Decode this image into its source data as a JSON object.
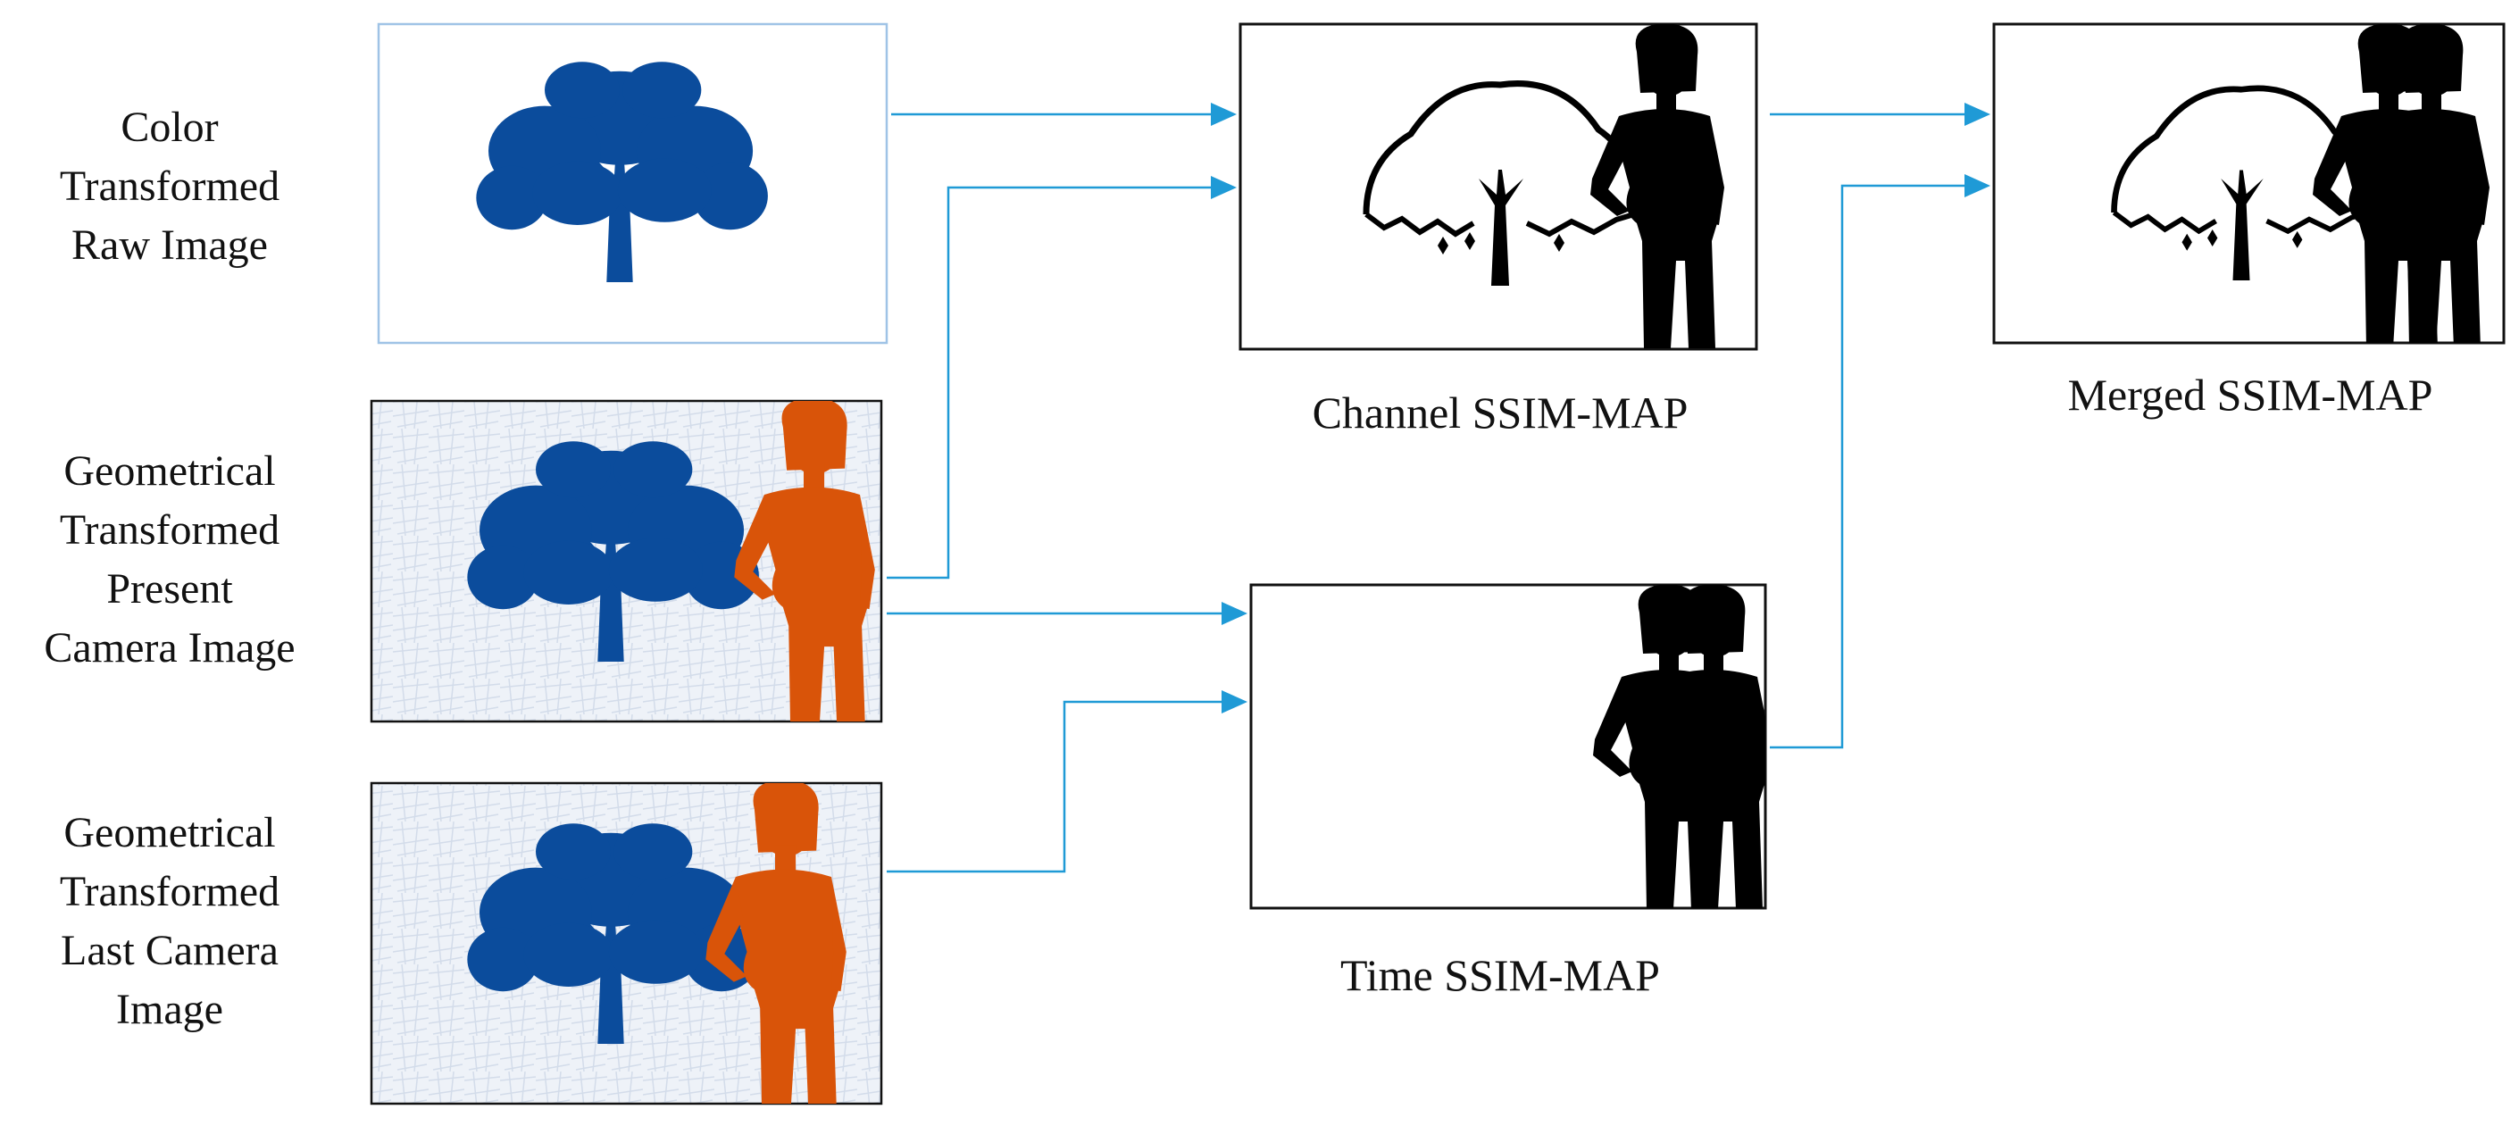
{
  "inputs": {
    "color_raw": "Color\nTransformed\nRaw Image",
    "present_camera": "Geometrical\nTransformed\nPresent\nCamera Image",
    "last_camera": "Geometrical\nTransformed\nLast Camera\nImage"
  },
  "outputs": {
    "channel_map": "Channel SSIM-MAP",
    "time_map": "Time SSIM-MAP",
    "merged_map": "Merged SSIM-MAP"
  },
  "colors": {
    "arrow": "#1f9ad6",
    "tree": "#0b4c9c",
    "person": "#d95409",
    "silhouette": "#000000",
    "texture": "#e9eef6"
  },
  "icons": {
    "tree": "tree-silhouette-icon",
    "person": "person-silhouette-icon"
  }
}
